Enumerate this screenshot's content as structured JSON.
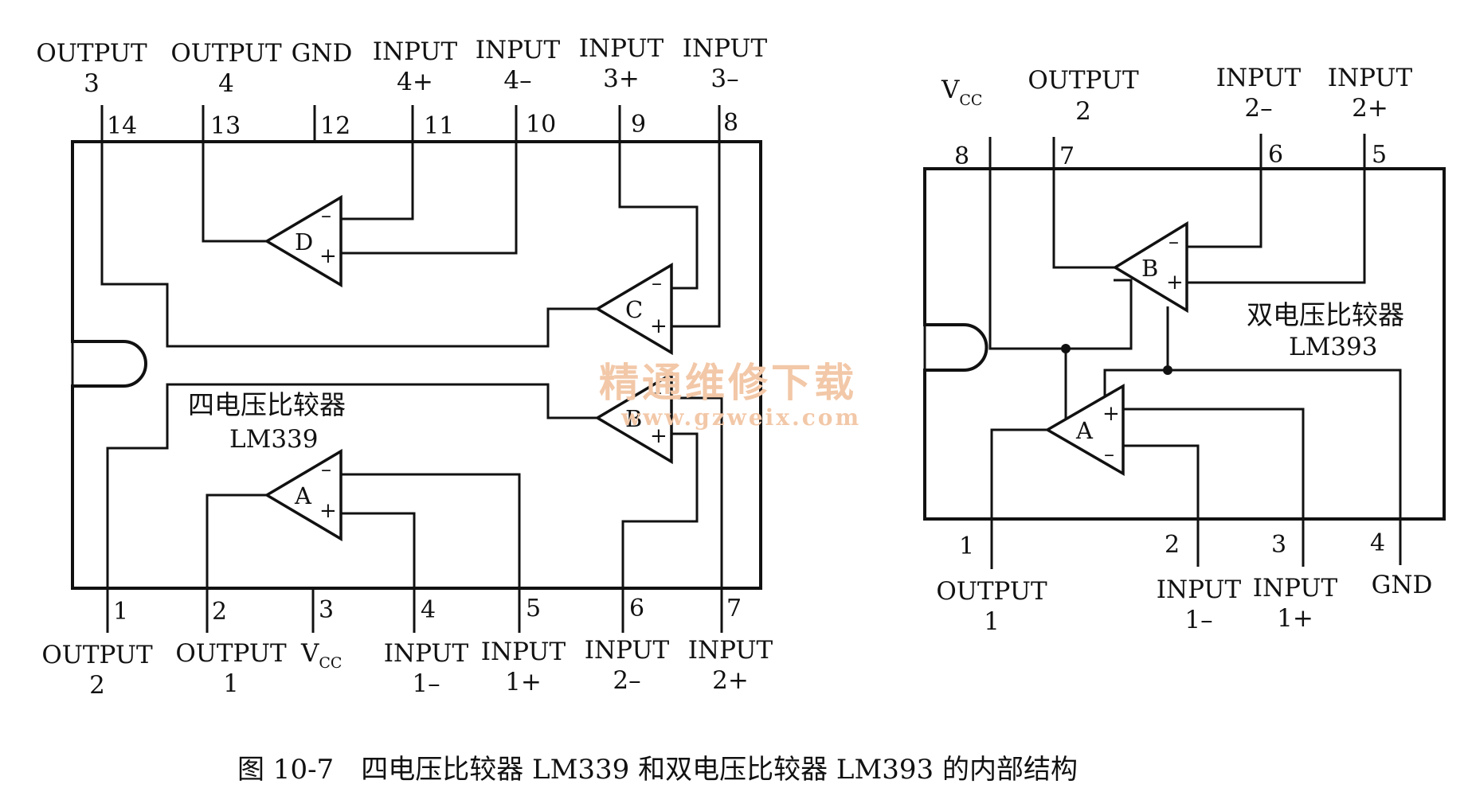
{
  "lm339": {
    "top_labels": {
      "p14": {
        "l1": "OUTPUT",
        "l2": "3"
      },
      "p13": {
        "l1": "OUTPUT",
        "l2": "4"
      },
      "p12": {
        "l1": "GND"
      },
      "p11": {
        "l1": "INPUT",
        "l2": "4+"
      },
      "p10": {
        "l1": "INPUT",
        "l2": "4–"
      },
      "p9": {
        "l1": "INPUT",
        "l2": "3+"
      },
      "p8": {
        "l1": "INPUT",
        "l2": "3–"
      }
    },
    "bottom_labels": {
      "p1": {
        "l1": "OUTPUT",
        "l2": "2"
      },
      "p2": {
        "l1": "OUTPUT",
        "l2": "1"
      },
      "p3": {
        "main": "V",
        "sub": "CC"
      },
      "p4": {
        "l1": "INPUT",
        "l2": "1–"
      },
      "p5": {
        "l1": "INPUT",
        "l2": "1+"
      },
      "p6": {
        "l1": "INPUT",
        "l2": "2–"
      },
      "p7": {
        "l1": "INPUT",
        "l2": "2+"
      }
    },
    "pins": [
      "1",
      "2",
      "3",
      "4",
      "5",
      "6",
      "7",
      "8",
      "9",
      "10",
      "11",
      "12",
      "13",
      "14"
    ],
    "comparators": [
      "D",
      "C",
      "B",
      "A"
    ],
    "title_cn": "四电压比较器",
    "part": "LM339"
  },
  "lm393": {
    "top_labels": {
      "p8": {
        "main": "V",
        "sub": "CC"
      },
      "p7": {
        "l1": "OUTPUT",
        "l2": "2"
      },
      "p6": {
        "l1": "INPUT",
        "l2": "2–"
      },
      "p5": {
        "l1": "INPUT",
        "l2": "2+"
      }
    },
    "bottom_labels": {
      "p1": {
        "l1": "OUTPUT",
        "l2": "1"
      },
      "p2": {
        "l1": "INPUT",
        "l2": "1–"
      },
      "p3": {
        "l1": "INPUT",
        "l2": "1+"
      },
      "p4": {
        "l1": "GND"
      }
    },
    "pins": [
      "1",
      "2",
      "3",
      "4",
      "5",
      "6",
      "7",
      "8"
    ],
    "comparators": [
      "B",
      "A"
    ],
    "title_cn": "双电压比较器",
    "part": "LM393"
  },
  "signs": {
    "minus": "–",
    "plus": "+"
  },
  "watermark": {
    "cn": "精通维修下载",
    "url": "www.gzweix.com"
  },
  "caption": "图 10-7　四电压比较器 LM339 和双电压比较器 LM393 的内部结构"
}
